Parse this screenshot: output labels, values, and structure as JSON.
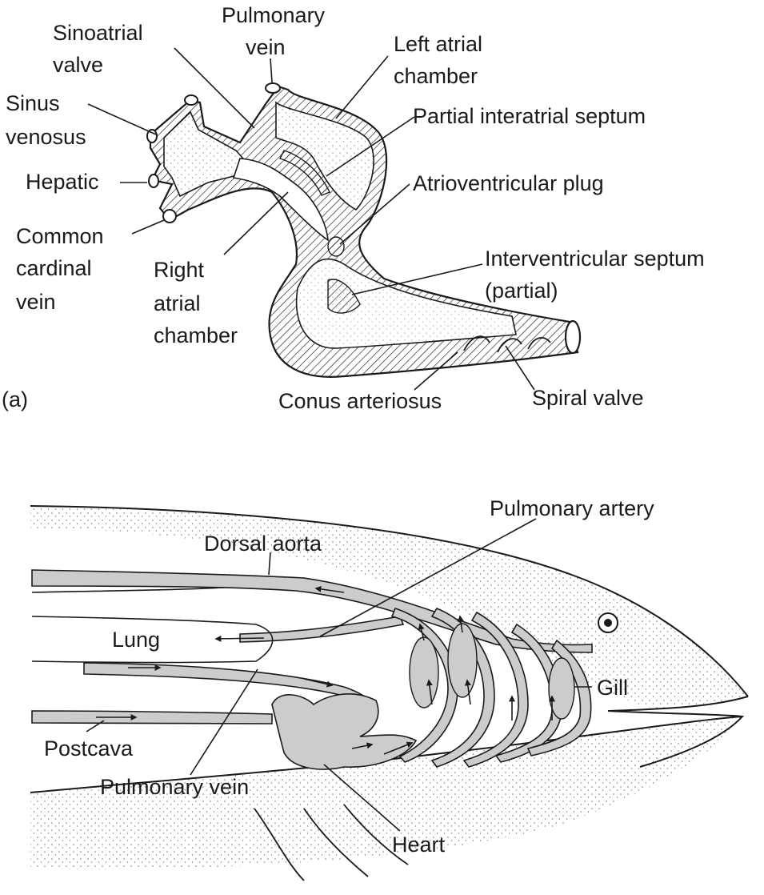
{
  "panel_a": {
    "panel_label": "(a)",
    "labels": {
      "pulmonary_vein_1": "Pulmonary",
      "pulmonary_vein_2": "vein",
      "sinoatrial_valve_1": "Sinoatrial",
      "sinoatrial_valve_2": "valve",
      "left_atrial_1": "Left atrial",
      "left_atrial_2": "chamber",
      "sinus_venosus_1": "Sinus",
      "sinus_venosus_2": "venosus",
      "partial_interatrial_septum": "Partial interatrial septum",
      "hepatic": "Hepatic",
      "atrioventricular_plug": "Atrioventricular plug",
      "common_cardinal_1": "Common",
      "common_cardinal_2": "cardinal",
      "common_cardinal_3": "vein",
      "right_atrial_1": "Right",
      "right_atrial_2": "atrial",
      "right_atrial_3": "chamber",
      "interventricular_1": "Interventricular septum",
      "interventricular_2": "(partial)",
      "conus_arteriosus": "Conus arteriosus",
      "spiral_valve": "Spiral valve"
    }
  },
  "panel_b": {
    "labels": {
      "pulmonary_artery": "Pulmonary artery",
      "dorsal_aorta": "Dorsal aorta",
      "lung": "Lung",
      "gill": "Gill",
      "postcava": "Postcava",
      "pulmonary_vein": "Pulmonary vein",
      "heart": "Heart"
    }
  },
  "colors": {
    "ink": "#1a1a1a",
    "vessel_fill": "#cccccc",
    "background": "#ffffff"
  }
}
